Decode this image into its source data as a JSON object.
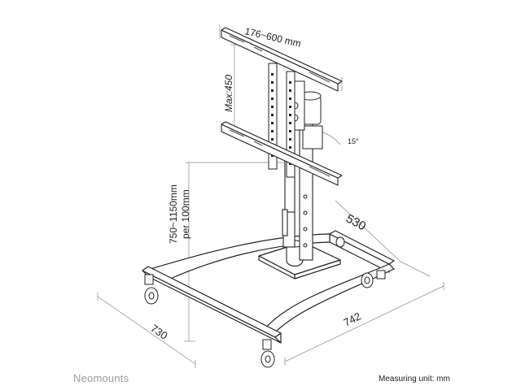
{
  "dimensions": {
    "vesa_width": "176~600 mm",
    "vesa_height": "Max:450",
    "tilt": "15°",
    "height_range": "750~1150mm",
    "height_step": "per 100mm",
    "depth": "530",
    "base_width": "742",
    "base_depth": "730"
  },
  "footer": {
    "brand": "Neomounts",
    "unit_note": "Measuring unit: mm"
  }
}
